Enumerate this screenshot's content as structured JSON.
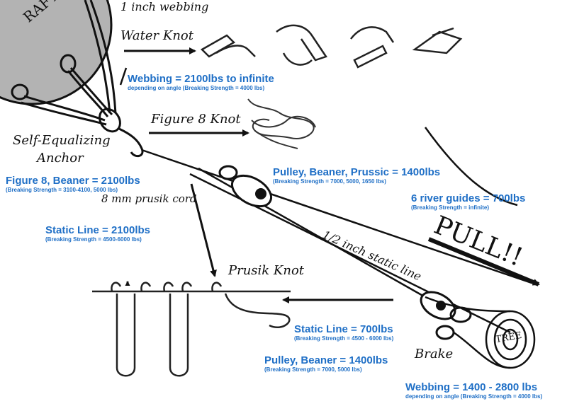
{
  "handwritten": {
    "raft": "RAFT",
    "webbing_size": "1 inch webbing",
    "water_knot": "Water Knot",
    "figure8_knot": "Figure 8 Knot",
    "self_equalizing": "Self-Equalizing",
    "anchor": "Anchor",
    "prusik_cord": "8 mm prusik cord",
    "static_line": "1/2 inch static line",
    "pull": "PULL!!",
    "prusik_knot": "Prusik Knot",
    "brake": "Brake",
    "tree": "TREE"
  },
  "labels": {
    "webbing": {
      "main": "Webbing = 2100lbs to infinite",
      "sub": "depending on angle (Breaking Strength = 4000 lbs)"
    },
    "figure8_beaner": {
      "main": "Figure 8, Beaner = 2100lbs",
      "sub": "(Breaking Strength = 3100-4100, 5000 lbs)"
    },
    "pulley_beaner_prussic": {
      "main": "Pulley, Beaner, Prussic = 1400lbs",
      "sub": "(Breaking Strength = 7000, 5000, 1650 lbs)"
    },
    "river_guides": {
      "main": "6 river guides = 700lbs",
      "sub": "(Breaking Strength = infinite)"
    },
    "static_line_2100": {
      "main": "Static Line = 2100lbs",
      "sub": "(Breaking Strength = 4500-6000 lbs)"
    },
    "static_line_700": {
      "main": "Static Line = 700lbs",
      "sub": "(Breaking Strength = 4500 - 6000 lbs)"
    },
    "pulley_beaner_1400": {
      "main": "Pulley, Beaner = 1400lbs",
      "sub": "(Breaking Strength = 7000, 5000 lbs)"
    },
    "webbing_tree": {
      "main": "Webbing = 1400 - 2800 lbs",
      "sub": "depending on angle (Breaking Strength = 4000 lbs)"
    }
  },
  "colors": {
    "label_blue": "#1f6fc6",
    "ink": "#111111",
    "raft_gray": "#b3b3b3"
  }
}
